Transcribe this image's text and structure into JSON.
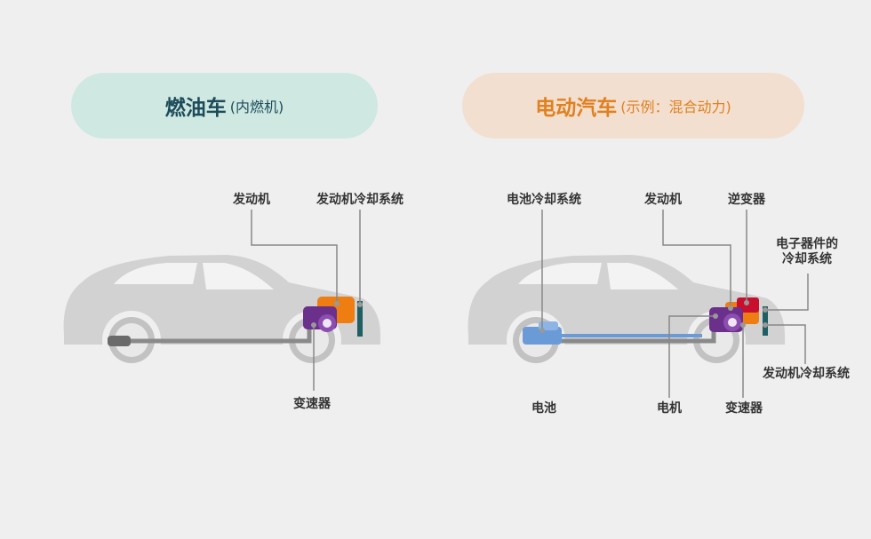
{
  "left_panel": {
    "title_main": "燃油车",
    "title_sub": "(内燃机)",
    "labels": {
      "engine": "发动机",
      "engine_cooling": "发动机冷却系统",
      "transmission": "变速器"
    }
  },
  "right_panel": {
    "title_main": "电动汽车",
    "title_sub": "(示例：混合动力)",
    "labels": {
      "battery_cooling": "电池冷却系统",
      "engine": "发动机",
      "inverter": "逆变器",
      "electronics_cooling_line1": "电子器件的",
      "electronics_cooling_line2": "冷却系统",
      "engine_cooling": "发动机冷却系统",
      "battery": "电池",
      "motor": "电机",
      "transmission": "变速器"
    }
  },
  "colors": {
    "ice_pill": "#cfe9e2",
    "ev_pill": "#f2dfcf",
    "ice_title": "#1d4b5a",
    "ev_title": "#e0801f",
    "engine": "#ee7d12",
    "transmission": "#6b2f8c",
    "inverter": "#c8102e",
    "coolant": "#1f5e63",
    "battery": "#6b9bd6",
    "car_body": "#d2d2d2"
  }
}
